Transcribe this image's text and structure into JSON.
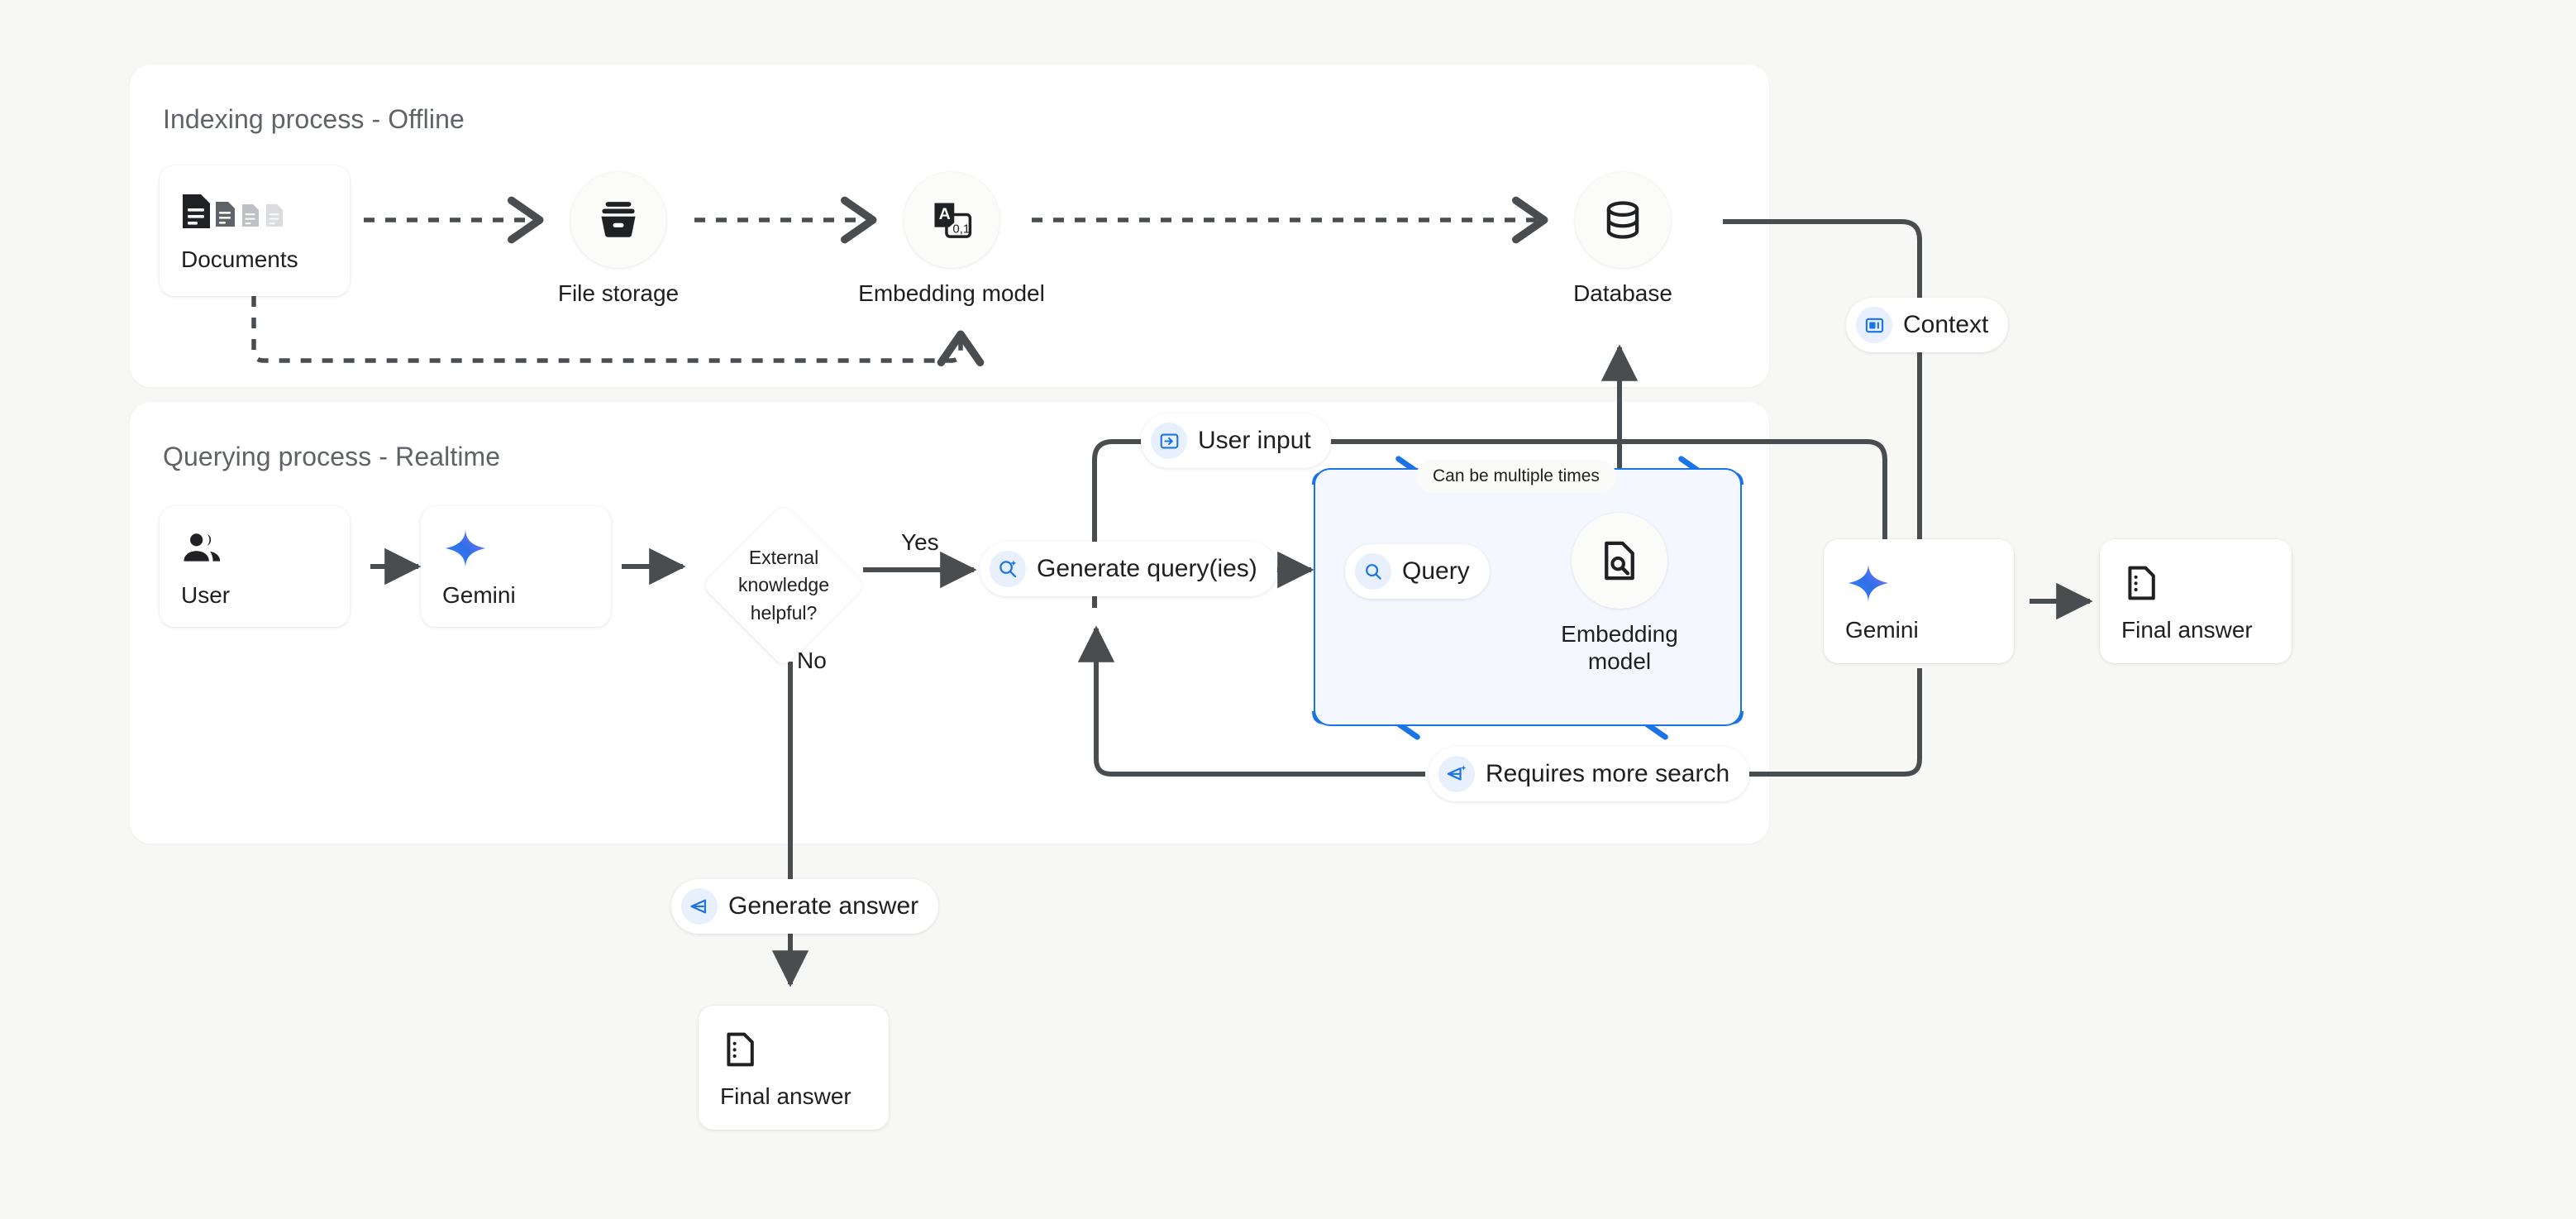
{
  "canvas": {
    "background": "#f7f7f5",
    "accent_blue": "#1a73e8",
    "line_gray": "#5f6368"
  },
  "panels": [
    {
      "id": "indexing",
      "title": "Indexing process - Offline"
    },
    {
      "id": "querying",
      "title": "Querying process - Realtime"
    }
  ],
  "indexing": {
    "documents": {
      "label": "Documents",
      "icon": "documents-icon"
    },
    "file_storage": {
      "label": "File storage",
      "icon": "file-storage-icon"
    },
    "embedding_model": {
      "label": "Embedding model",
      "icon": "translate-embedding-icon"
    },
    "database": {
      "label": "Database",
      "icon": "database-icon"
    }
  },
  "querying": {
    "user": {
      "label": "User",
      "icon": "people-icon"
    },
    "gemini_left": {
      "label": "Gemini",
      "icon": "gemini-sparkle-icon"
    },
    "decision": {
      "label": "External knowledge helpful?",
      "yes": "Yes",
      "no": "No"
    },
    "generate_queries": {
      "label": "Generate query(ies)",
      "icon": "search-sparkle-icon"
    },
    "user_input": {
      "label": "User input",
      "icon": "input-arrow-icon"
    },
    "loop_note": {
      "label": "Can be multiple times"
    },
    "query": {
      "label": "Query",
      "icon": "search-icon"
    },
    "embedding_model_loop": {
      "label": "Embedding model",
      "icon": "document-search-icon"
    },
    "requires_more_search": {
      "label": "Requires more search",
      "icon": "send-sparkle-icon"
    },
    "generate_answer": {
      "label": "Generate answer",
      "icon": "send-icon"
    },
    "context": {
      "label": "Context",
      "icon": "context-panel-icon"
    },
    "gemini_right": {
      "label": "Gemini",
      "icon": "gemini-sparkle-icon"
    },
    "final_answer_right": {
      "label": "Final answer",
      "icon": "answer-doc-icon"
    },
    "final_answer_bottom": {
      "label": "Final answer",
      "icon": "answer-doc-icon"
    }
  }
}
